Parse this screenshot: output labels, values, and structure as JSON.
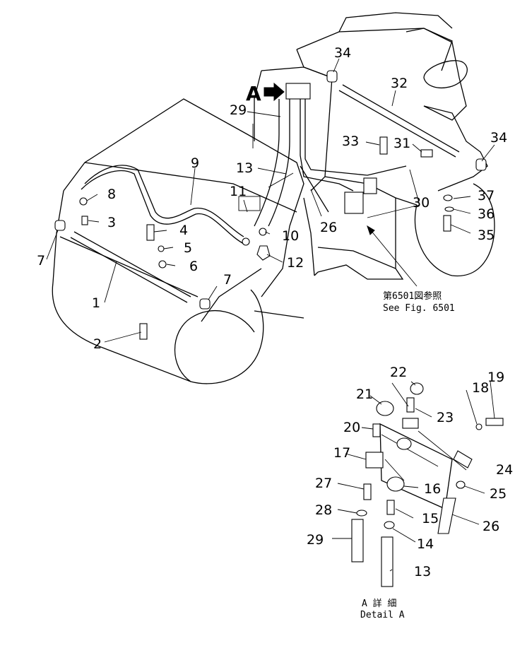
{
  "labels": {
    "detail_marker": "A",
    "see_fig_jp": "第6501図参照",
    "see_fig_en": "See  Fig. 6501",
    "detail_jp": "A 詳 細",
    "detail_en": "Detail  A"
  },
  "parts": {
    "p1": "1",
    "p2": "2",
    "p3": "3",
    "p4": "4",
    "p5": "5",
    "p6": "6",
    "p7a": "7",
    "p7b": "7",
    "p8": "8",
    "p9": "9",
    "p10": "10",
    "p11": "11",
    "p12": "12",
    "p13a": "13",
    "p13b": "13",
    "p14": "14",
    "p15": "15",
    "p16": "16",
    "p17": "17",
    "p18": "18",
    "p19": "19",
    "p20": "20",
    "p21": "21",
    "p22": "22",
    "p23": "23",
    "p24": "24",
    "p25": "25",
    "p26a": "26",
    "p26b": "26",
    "p27": "27",
    "p28": "28",
    "p29a": "29",
    "p29b": "29",
    "p30": "30",
    "p31": "31",
    "p32": "32",
    "p33": "33",
    "p34a": "34",
    "p34b": "34",
    "p35": "35",
    "p36": "36",
    "p37": "37"
  }
}
